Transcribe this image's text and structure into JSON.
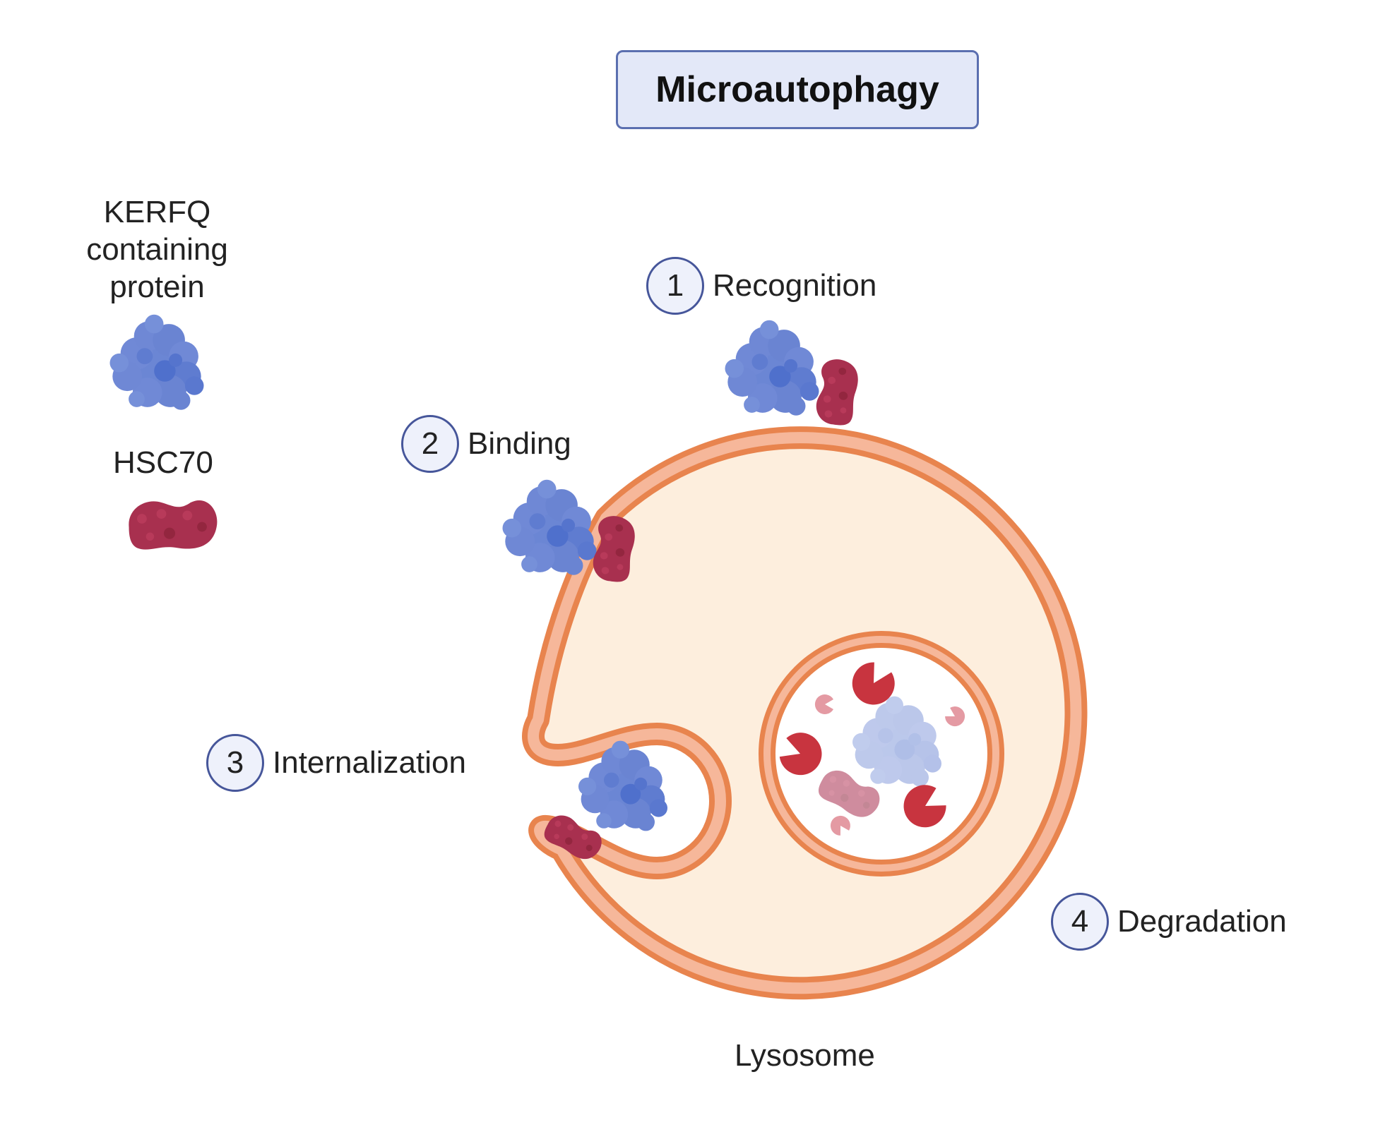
{
  "title": "Microautophagy",
  "legend": {
    "protein_label": "KERFQ containing protein",
    "hsc70_label": "HSC70"
  },
  "steps": [
    {
      "number": "1",
      "label": "Recognition"
    },
    {
      "number": "2",
      "label": "Binding"
    },
    {
      "number": "3",
      "label": "Internalization"
    },
    {
      "number": "4",
      "label": "Degradation"
    }
  ],
  "lysosome_label": "Lysosome",
  "colors": {
    "protein": "#6b86d4",
    "hsc70": "#a8304f",
    "membrane": "#e8844e",
    "lumen": "#fdeedd",
    "enzyme": "#c8343f",
    "title_box": "#e3e8f8"
  }
}
